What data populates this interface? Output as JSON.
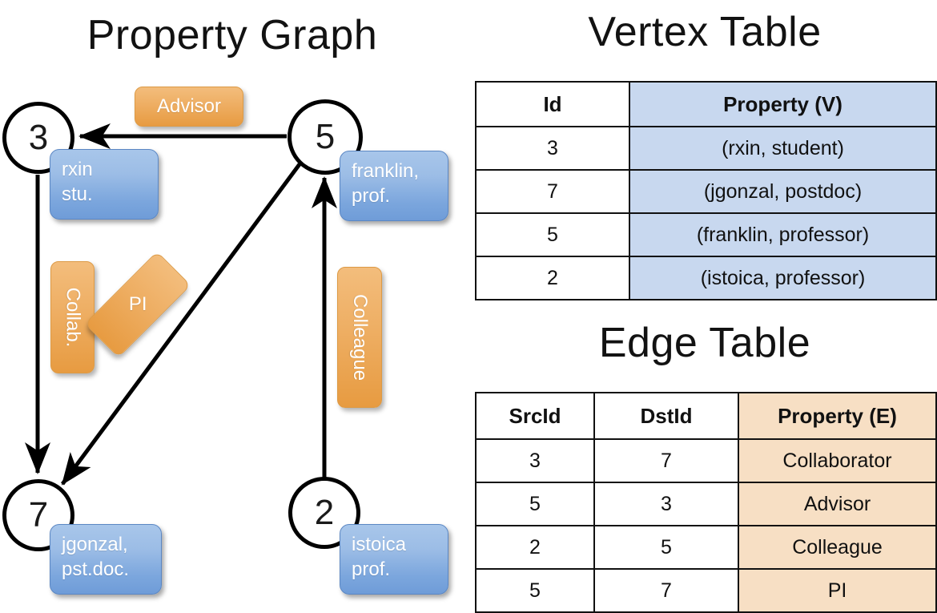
{
  "titles": {
    "property_graph": "Property Graph",
    "vertex_table": "Vertex Table",
    "edge_table": "Edge Table"
  },
  "graph": {
    "nodes": [
      {
        "id": "3",
        "property": "rxin\nstu."
      },
      {
        "id": "5",
        "property": "franklin,\nprof."
      },
      {
        "id": "7",
        "property": "jgonzal,\npst.doc."
      },
      {
        "id": "2",
        "property": "istoica\nprof."
      }
    ],
    "node_labels": {
      "n3": "3",
      "n5": "5",
      "n7": "7",
      "n2": "2"
    },
    "property_cards": {
      "rxin_line1": "rxin",
      "rxin_line2": "stu.",
      "franklin_line1": "franklin,",
      "franklin_line2": "prof.",
      "jgonzal_line1": "jgonzal,",
      "jgonzal_line2": "pst.doc.",
      "istoica_line1": "istoica",
      "istoica_line2": "prof."
    },
    "edge_badges": {
      "advisor": "Advisor",
      "collab": "Collab.",
      "pi": "PI",
      "colleague": "Colleague"
    },
    "edges": [
      {
        "src": "5",
        "dst": "3",
        "label": "Advisor"
      },
      {
        "src": "3",
        "dst": "7",
        "label": "Collab."
      },
      {
        "src": "5",
        "dst": "7",
        "label": "PI"
      },
      {
        "src": "2",
        "dst": "5",
        "label": "Colleague"
      }
    ]
  },
  "vertex_table": {
    "headers": [
      "Id",
      "Property (V)"
    ],
    "rows": [
      {
        "id": "3",
        "property": "(rxin, student)"
      },
      {
        "id": "7",
        "property": "(jgonzal, postdoc)"
      },
      {
        "id": "5",
        "property": "(franklin, professor)"
      },
      {
        "id": "2",
        "property": "(istoica, professor)"
      }
    ]
  },
  "edge_table": {
    "headers": [
      "SrcId",
      "DstId",
      "Property (E)"
    ],
    "rows": [
      {
        "src": "3",
        "dst": "7",
        "property": "Collaborator"
      },
      {
        "src": "5",
        "dst": "3",
        "property": "Advisor"
      },
      {
        "src": "2",
        "dst": "5",
        "property": "Colleague"
      },
      {
        "src": "5",
        "dst": "7",
        "property": "PI"
      }
    ]
  },
  "colors": {
    "vertex_property_fill": "#c8d8ef",
    "edge_property_fill": "#f7dfc4",
    "node_card_blue": "#7ba6dd",
    "edge_badge_orange": "#e79b41",
    "stroke": "#000000",
    "background": "#ffffff"
  }
}
